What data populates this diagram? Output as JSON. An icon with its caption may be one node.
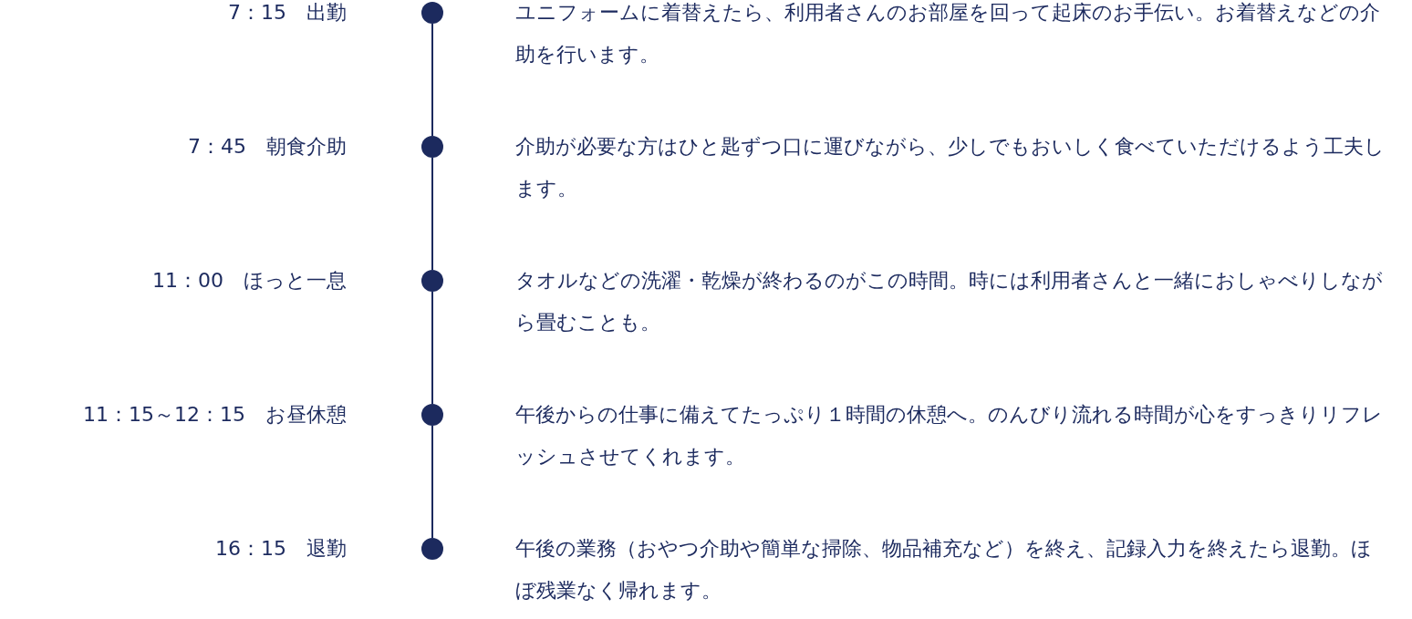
{
  "diagram": {
    "nodes": [
      {
        "text": [],
        "shape": "circle",
        "beside": [
          "7：15　出勤",
          "ユニフォームに着替えたら、利用者さんのお部屋を回って起床のお手伝い。お着替えなどの介助を行います。"
        ]
      },
      {
        "text": [],
        "shape": "circle",
        "beside": [
          "7：45　朝食介助",
          "介助が必要な方はひと匙ずつ口に運びながら、少しでもおいしく食べていただけるよう工夫します。"
        ]
      },
      {
        "text": [],
        "shape": "circle",
        "beside": [
          "11：00　ほっと一息",
          "タオルなどの洗濯・乾燥が終わるのがこの時間。時には利用者さんと一緒におしゃべりしながら畳むことも。"
        ]
      },
      {
        "text": [],
        "shape": "circle",
        "beside": [
          "11：15～12：15　お昼休憩",
          "午後からの仕事に備えてたっぷり１時間の休憩へ。のんびり流れる時間が心をすっきりリフレッシュさせてくれます。"
        ]
      },
      {
        "text": [],
        "shape": "circle",
        "beside": [
          "16：15　退勤",
          "午後の業務（おやつ介助や簡単な掃除、物品補充など）を終え、記録入力を終えたら退勤。ほぼ残業なく帰れます。"
        ]
      }
    ],
    "edges": [
      {
        "from": 0,
        "to": 1,
        "arrow": "none"
      },
      {
        "from": 1,
        "to": 2,
        "arrow": "none"
      },
      {
        "from": 2,
        "to": 3,
        "arrow": "none"
      },
      {
        "from": 3,
        "to": 4,
        "arrow": "none"
      }
    ]
  }
}
